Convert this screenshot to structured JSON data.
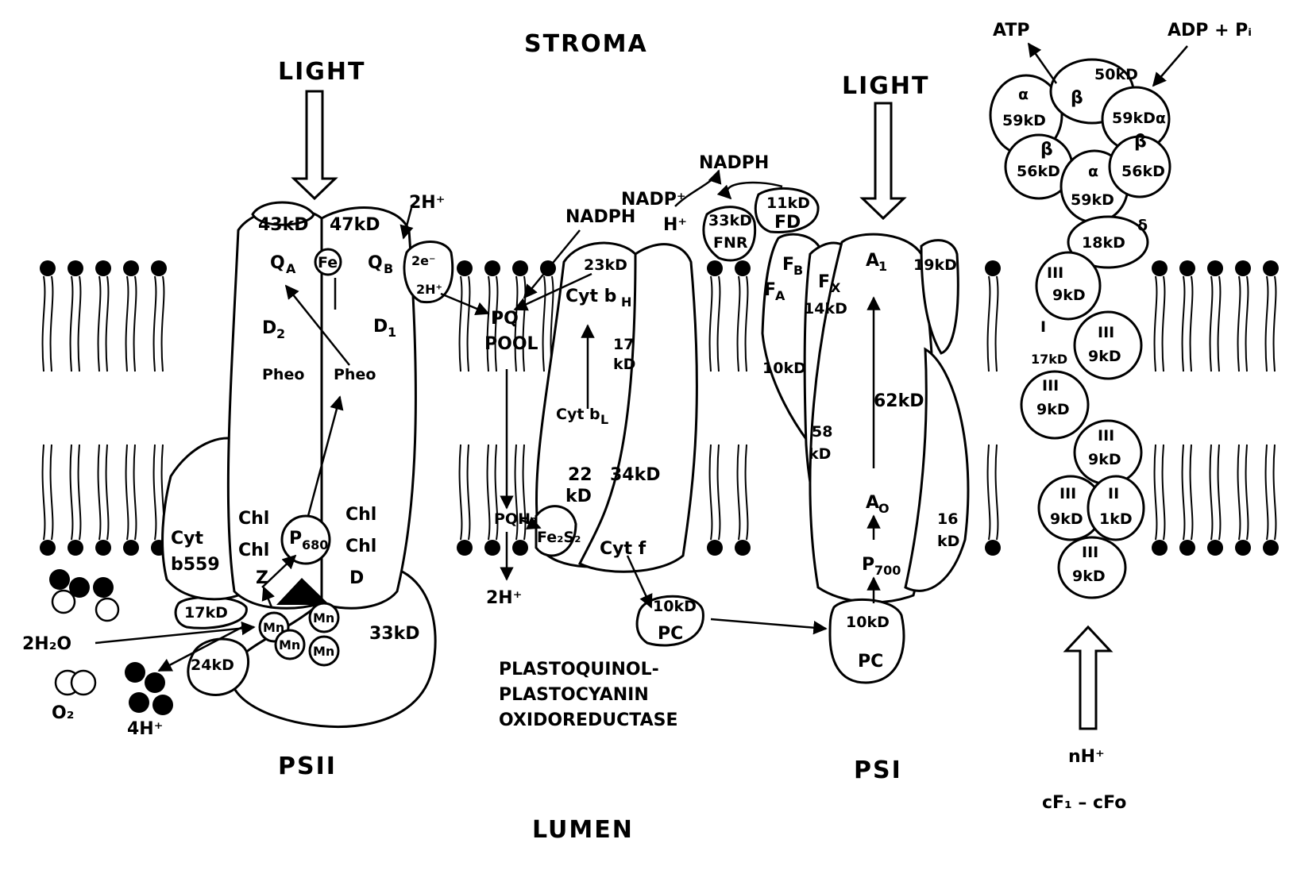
{
  "regions": {
    "stroma": "STROMA",
    "lumen": "LUMEN"
  },
  "light": {
    "left": "LIGHT",
    "right": "LIGHT"
  },
  "complexes": {
    "psii": "PSII",
    "psi": "PSI",
    "atp_synthase": "cF₁ – cFo",
    "cytb6f_lines": [
      "PLASTOQUINOL-",
      "PLASTOCYANIN",
      "OXIDOREDUCTASE"
    ]
  },
  "psii_labels": {
    "k43": "43kD",
    "k47": "47kD",
    "qa": "Q",
    "qa_sub": "A",
    "fe": "Fe",
    "qb": "Q",
    "qb_sub": "B",
    "d2": "D",
    "d2_sub": "2",
    "d1": "D",
    "d1_sub": "1",
    "pheo1": "Pheo",
    "pheo2": "Pheo",
    "chl1": "Chl",
    "chl2": "Chl",
    "chl3": "Chl",
    "chl4": "Chl",
    "p680": "P",
    "p680_sub": "680",
    "z": "Z",
    "d": "D",
    "cytb": "Cyt",
    "b559": "b559",
    "k17": "17kD",
    "k24": "24kD",
    "k33": "33kD",
    "mn": "Mn",
    "two_h": "2H⁺",
    "two_e": "2e⁻",
    "two_h2": "2H⁺",
    "h2o": "2H₂O",
    "o2": "O₂",
    "four_h": "4H⁺"
  },
  "pq": {
    "pq": "PQ",
    "pool": "POOL",
    "pqh2": "PQH₂",
    "two_h": "2H⁺"
  },
  "cyt_labels": {
    "nadph_left": "NADPH",
    "k23": "23kD",
    "cytbh": "Cyt b",
    "cytbh_sub": "H",
    "k17": "17",
    "k17b": "kD",
    "cytbl": "Cyt b",
    "cytbl_sub": "L",
    "k22": "22",
    "k22b": "kD",
    "k34": "34kD",
    "fes": "Fe₂S₂",
    "cytf": "Cyt f",
    "pc_k10": "10kD",
    "pc": "PC"
  },
  "fnr": {
    "nadph": "NADPH",
    "nadp": "NADP⁺",
    "h": "H⁺",
    "k33": "33kD",
    "fnr": "FNR",
    "k11": "11kD",
    "fd": "FD"
  },
  "psi_labels": {
    "fb": "F",
    "fb_sub": "B",
    "fa": "F",
    "fa_sub": "A",
    "fx": "F",
    "fx_sub": "X",
    "k14": "14kD",
    "k10": "10kD",
    "k58": "58",
    "k58b": "kD",
    "a1": "A",
    "a1_sub": "1",
    "k19": "19kD",
    "k62": "62kD",
    "a0": "A",
    "a0_sub": "O",
    "p700": "P",
    "p700_sub": "700",
    "k16": "16",
    "k16b": "kD",
    "pc_k10": "10kD",
    "pc": "PC"
  },
  "atp_labels": {
    "atp": "ATP",
    "adp": "ADP + Pᵢ",
    "alpha1": "α",
    "k59a": "59kD",
    "beta1": "β",
    "k50": "50kD",
    "k59alpha": "59kDα",
    "beta2": "β",
    "k56a": "56kD",
    "alpha2": "α",
    "k59b": "59kD",
    "beta3": "β",
    "k56b": "56kD",
    "delta": "δ",
    "k18": "18kD",
    "iii": "III",
    "i": "I",
    "ii": "II",
    "k9": "9kD",
    "k17": "17kD",
    "k1": "1kD",
    "nh": "nH⁺"
  }
}
